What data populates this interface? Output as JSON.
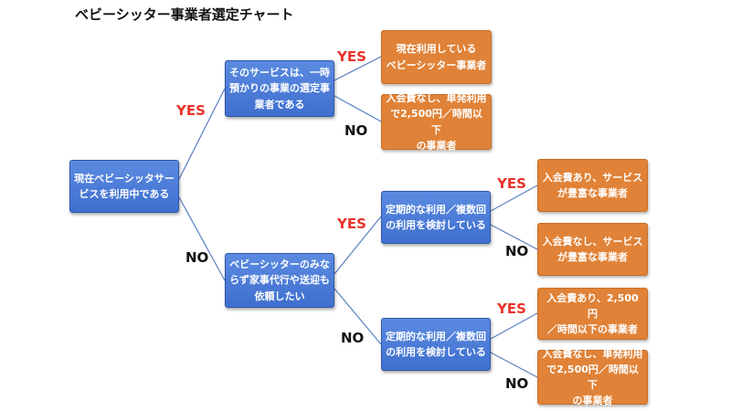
{
  "title": "ベビーシッター事業者選定チャート",
  "nodes": {
    "root": "現在ベビーシッタサー\nビスを利用中である",
    "q_current_service": "そのサービスは、一時\n預かりの事業の選定事\n業者である",
    "q_babysitter_only": "ベビーシッターのみな\nらず家事代行や送迎も\n依頼したい",
    "q_regular_yes": "定期的な利用／複数回\nの利用を検討している",
    "q_regular_no": "定期的な利用／複数回\nの利用を検討している"
  },
  "results": {
    "r1": "現在利用している\nベビーシッター事業者",
    "r2": "入会費なし、単発利用\nで2,500円／時間以下\nの事業者",
    "r3": "入会費あり、サービス\nが豊富な事業者",
    "r4": "入会費なし、サービス\nが豊富な事業者",
    "r5": "入会費あり、2,500円\n／時間以下の事業者",
    "r6": "入会費なし、単発利用\nで2,500円／時間以下\nの事業者"
  },
  "labels": {
    "yes": "YES",
    "no": "NO"
  },
  "colors": {
    "question": "#4a7bd6",
    "result": "#e08237",
    "yes": "#e8322a",
    "no": "#111111",
    "line": "#5b7fc2"
  }
}
